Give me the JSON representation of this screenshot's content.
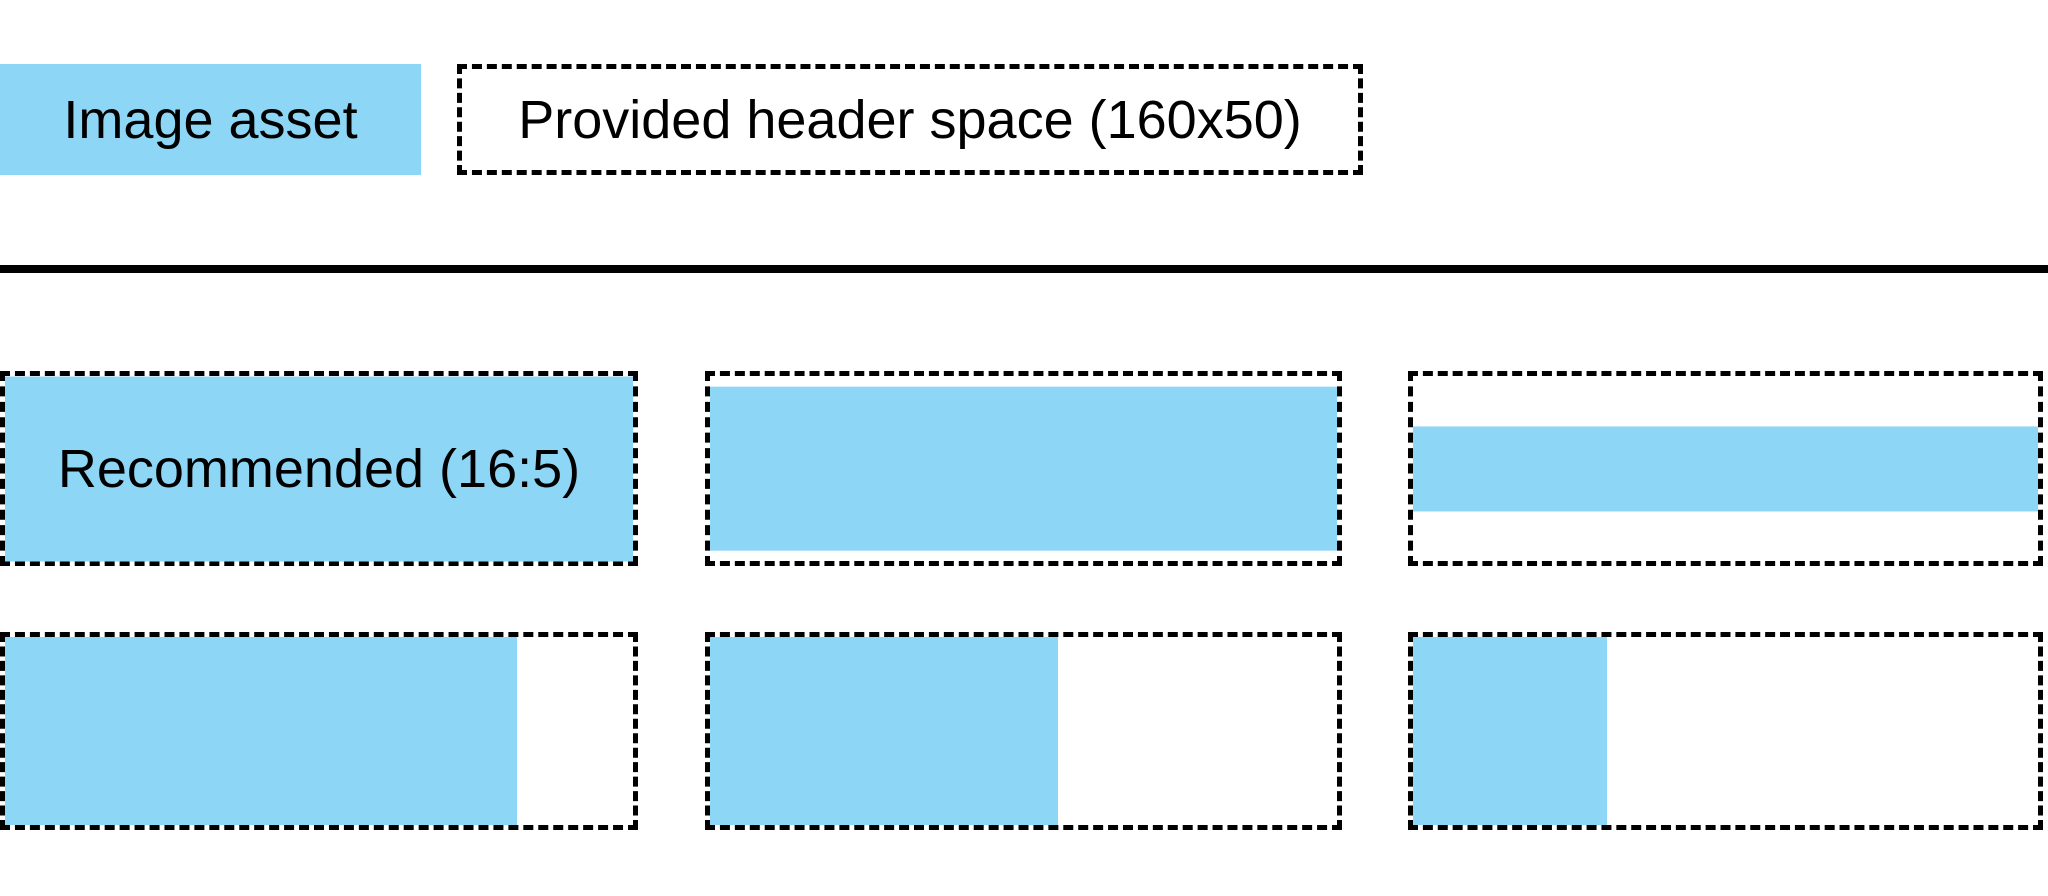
{
  "colors": {
    "asset_blue": "#8DD6F6",
    "line_black": "#000000",
    "background": "#FFFFFF"
  },
  "legend": {
    "asset_label": "Image asset",
    "header_space_label": "Provided header space (160x50)",
    "header_space_size": "160x50"
  },
  "examples": {
    "recommended_label": "Recommended (16:5)",
    "recommended_ratio": "16:5",
    "row1": [
      {
        "name": "recommended-16-5",
        "fill_width": "100%",
        "fill_height": "100%"
      },
      {
        "name": "wider-than-16-5",
        "fill_width": "100%",
        "fill_height": "89%"
      },
      {
        "name": "much-wider-banner",
        "fill_width": "100%",
        "fill_height": "46%"
      }
    ],
    "row2": [
      {
        "name": "slightly-narrower",
        "fill_width": "81.5%",
        "fill_height": "100%"
      },
      {
        "name": "narrow",
        "fill_width": "55.5%",
        "fill_height": "100%"
      },
      {
        "name": "very-narrow",
        "fill_width": "31%",
        "fill_height": "100%"
      }
    ]
  }
}
